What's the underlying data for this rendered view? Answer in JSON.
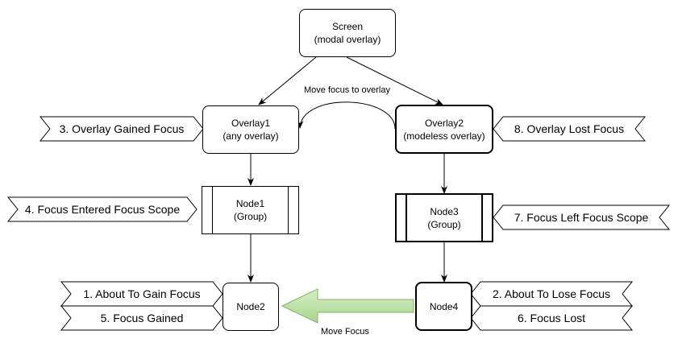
{
  "diagram": {
    "nodes": {
      "screen": {
        "line1": "Screen",
        "line2": "(modal overlay)"
      },
      "overlay1": {
        "line1": "Overlay1",
        "line2": "(any overlay)"
      },
      "overlay2": {
        "line1": "Overlay2",
        "line2": "(modeless overlay)"
      },
      "node1": {
        "line1": "Node1",
        "line2": "(Group)"
      },
      "node3": {
        "line1": "Node3",
        "line2": "(Group)"
      },
      "node2": {
        "line1": "Node2"
      },
      "node4": {
        "line1": "Node4"
      }
    },
    "events": {
      "overlay_gained": "3. Overlay Gained Focus",
      "overlay_lost": "8. Overlay Lost Focus",
      "focus_entered_scope": "4. Focus Entered Focus Scope",
      "focus_left_scope": "7. Focus Left Focus Scope",
      "about_to_gain": "1. About To Gain Focus",
      "focus_gained": "5. Focus Gained",
      "about_to_lose": "2. About To Lose Focus",
      "focus_lost": "6. Focus Lost"
    },
    "edge_labels": {
      "move_focus_to_overlay": "Move focus to overlay",
      "move_focus": "Move Focus"
    },
    "colors": {
      "stroke": "#000000",
      "big_arrow_fill": "#b9e0a5",
      "big_arrow_stroke": "#82b366"
    }
  }
}
